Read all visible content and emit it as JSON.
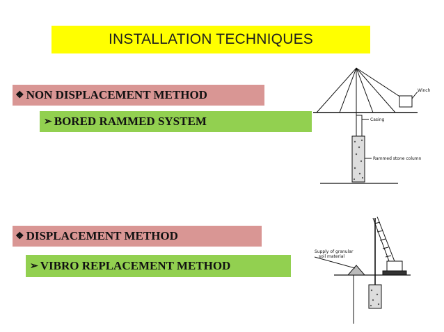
{
  "title": "INSTALLATION TECHNIQUES",
  "sections": [
    {
      "heading": "NON DISPLACEMENT METHOD",
      "item": "BORED RAMMED SYSTEM",
      "figure_labels": {
        "winch": "Winch",
        "casing": "Casing",
        "column": "Rammed stone column"
      }
    },
    {
      "heading": "DISPLACEMENT METHOD",
      "item": "VIBRO REPLACEMENT METHOD",
      "figure_labels": {
        "supply_line1": "Supply of granular",
        "supply_line2": "soil material"
      }
    }
  ],
  "markers": {
    "diamond": "❖",
    "arrow": "➢"
  },
  "colors": {
    "title_bg": "#ffff00",
    "heading_bg": "#d99694",
    "item_bg": "#92d050"
  }
}
